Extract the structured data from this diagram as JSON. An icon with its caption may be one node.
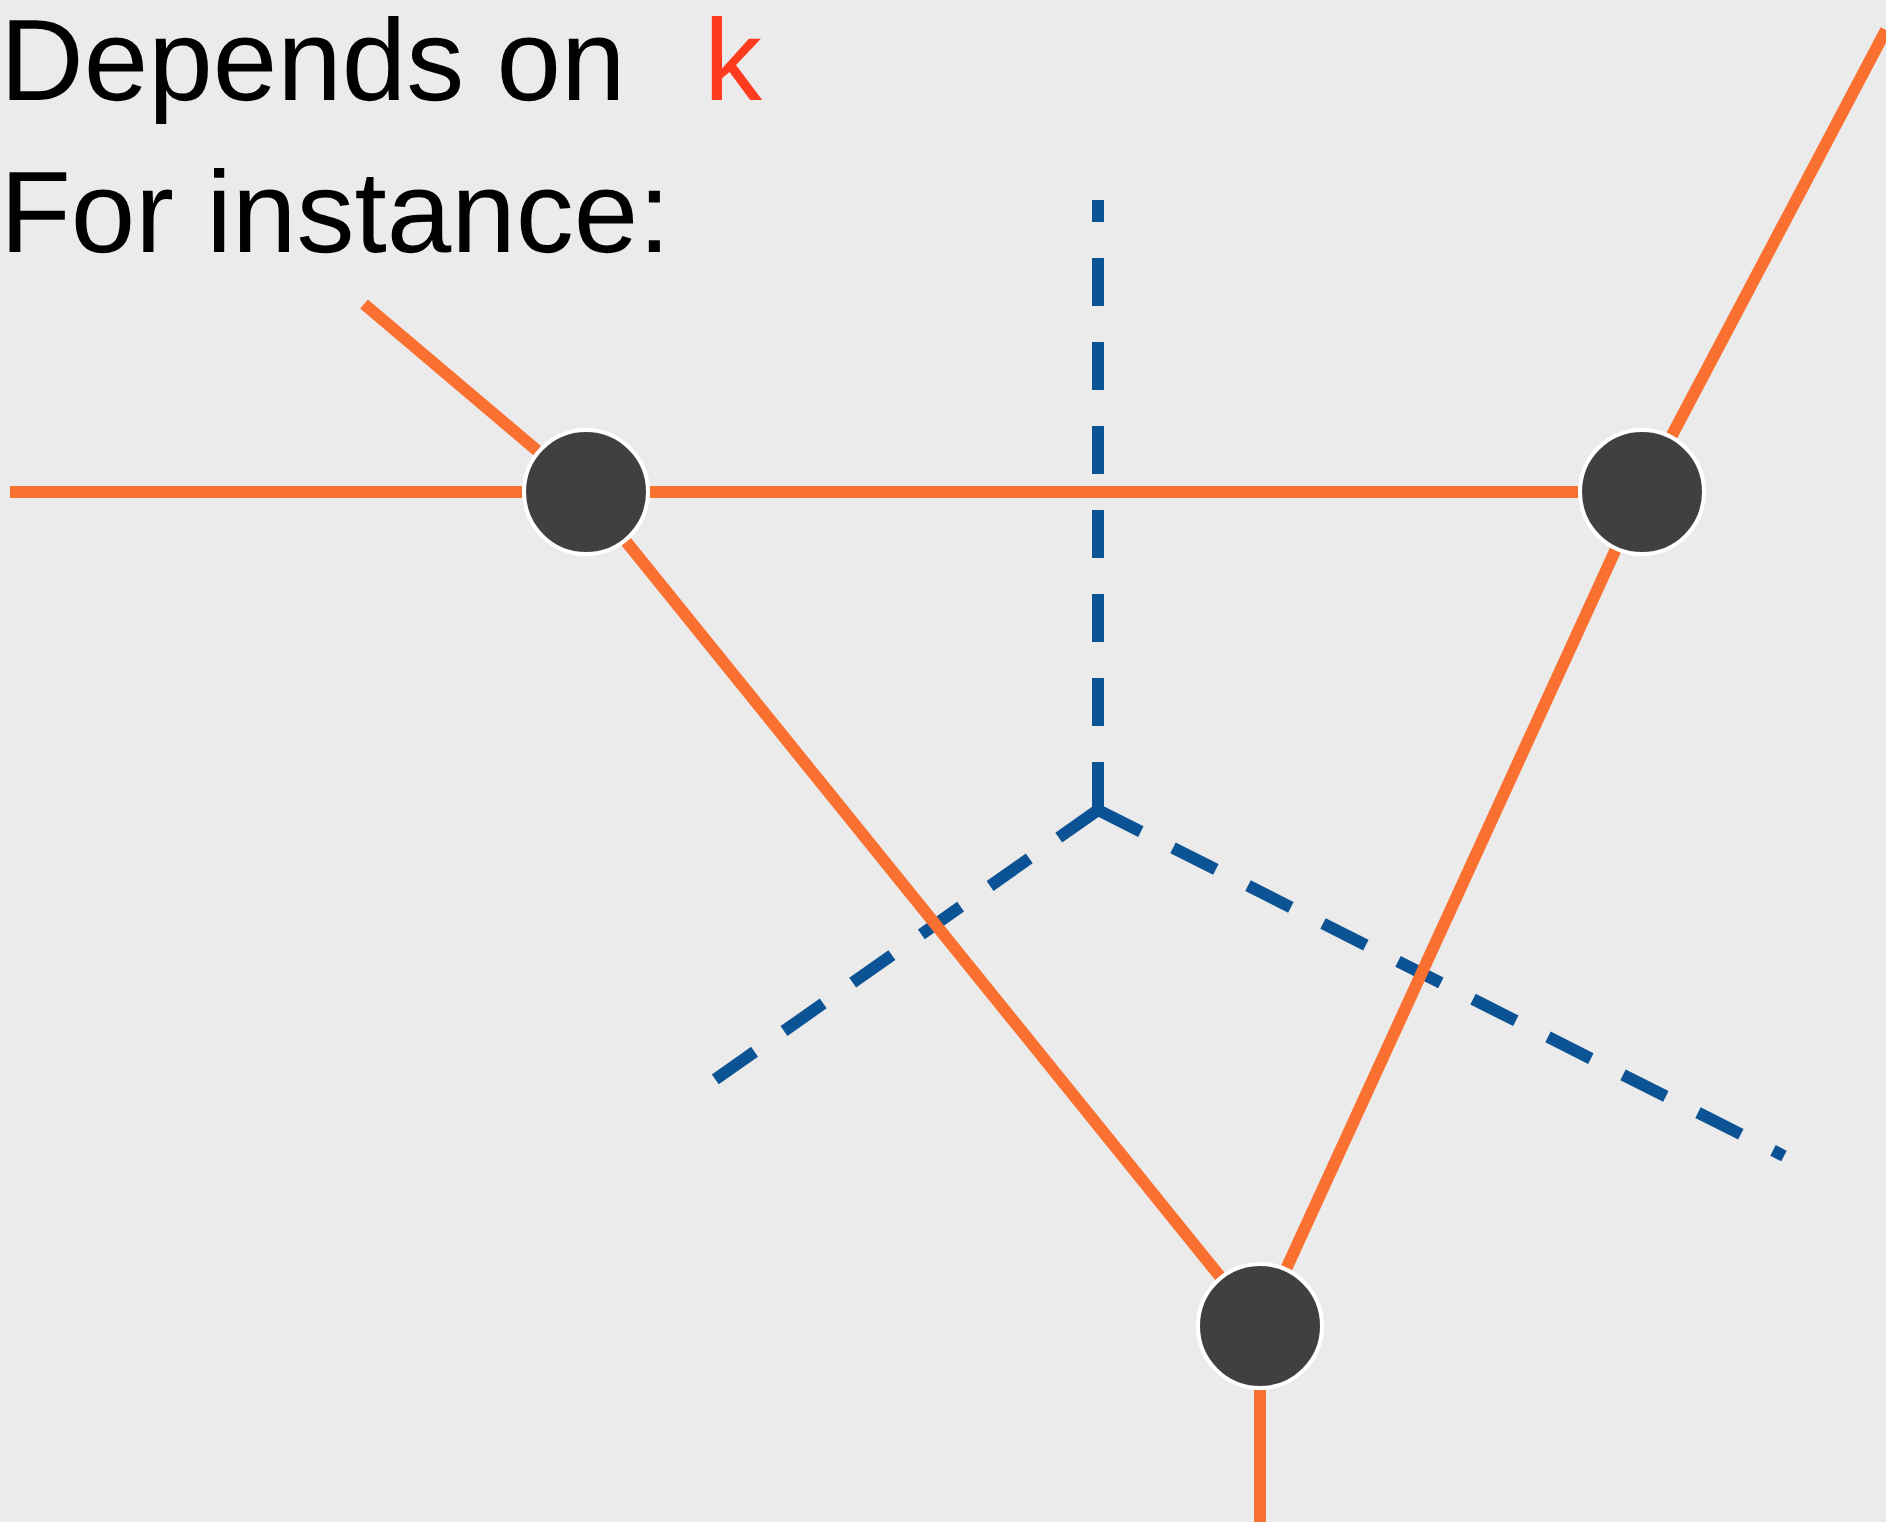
{
  "diagram": {
    "nodes": [
      {
        "text": [],
        "shape": "circle"
      },
      {
        "text": [],
        "shape": "circle"
      },
      {
        "text": [],
        "shape": "circle"
      }
    ],
    "edges": [
      {
        "from": 0,
        "to": 1,
        "arrow": "none"
      },
      {
        "from": 0,
        "to": 2,
        "arrow": "none"
      },
      {
        "from": 1,
        "to": 2,
        "arrow": "none"
      },
      {
        "from": null,
        "to": 0,
        "arrow": "none"
      },
      {
        "from": null,
        "to": 0,
        "arrow": "none"
      },
      {
        "from": null,
        "to": 1,
        "arrow": "none"
      },
      {
        "from": 2,
        "to": null,
        "arrow": "none"
      }
    ],
    "labels": [
      "Depends on",
      "k",
      "For instance:"
    ]
  }
}
